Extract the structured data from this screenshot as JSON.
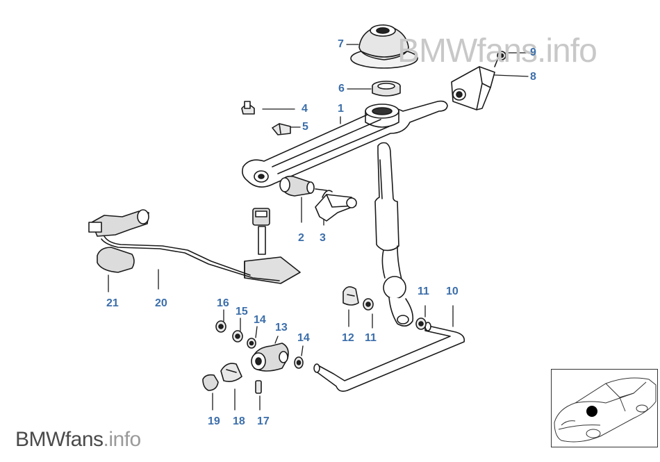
{
  "watermark": {
    "top": "BMWfans.info",
    "bottom_main": "BMWfans",
    "bottom_suffix": ".info"
  },
  "callouts": [
    "1",
    "2",
    "3",
    "4",
    "5",
    "6",
    "7",
    "8",
    "9",
    "10",
    "11",
    "11",
    "12",
    "13",
    "14",
    "14",
    "15",
    "16",
    "17",
    "18",
    "19",
    "20",
    "21"
  ],
  "colors": {
    "callout": "#3b6eaa",
    "line": "#1a1a1a",
    "watermark_light": "#c8c8c8"
  }
}
